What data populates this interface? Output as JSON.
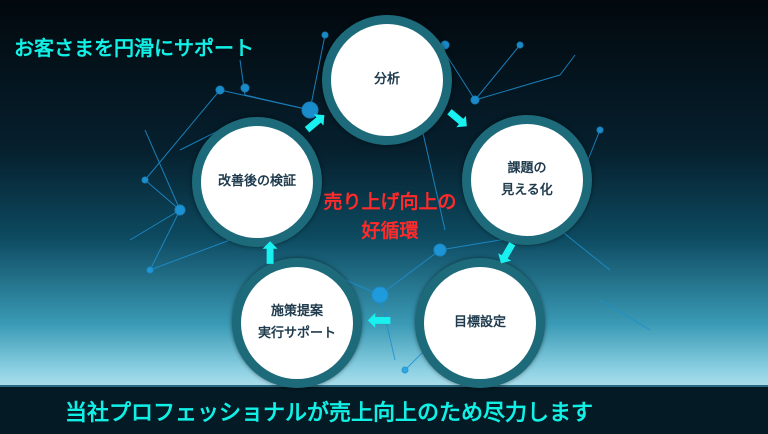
{
  "header": {
    "title": "お客さまを円滑にサポート"
  },
  "cycle": {
    "center_line1": "売り上げ向上の",
    "center_line2": "好循環",
    "steps": [
      {
        "line1": "分析",
        "line2": ""
      },
      {
        "line1": "課題の",
        "line2": "見える化"
      },
      {
        "line1": "目標設定",
        "line2": ""
      },
      {
        "line1": "施策提案",
        "line2": "実行サポート"
      },
      {
        "line1": "改善後の検証",
        "line2": ""
      }
    ]
  },
  "footer": {
    "text": "当社プロフェッショナルが売上向上のため尽力します"
  },
  "colors": {
    "accent": "#12f0e6",
    "highlight": "#ff2a2a",
    "ring": "#1d6a7a"
  }
}
